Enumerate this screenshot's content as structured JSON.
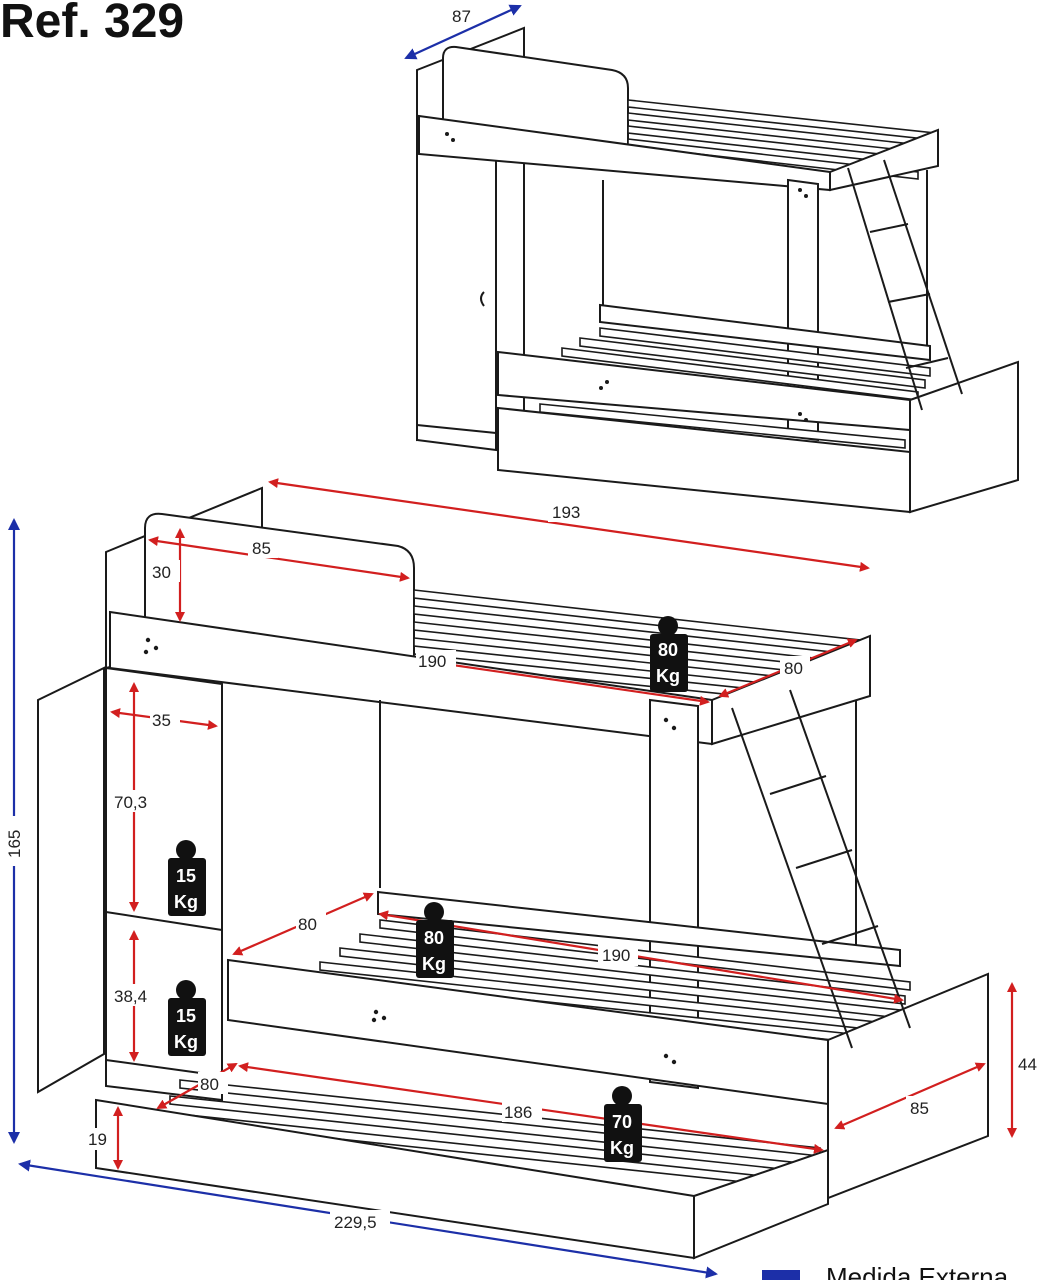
{
  "title": "Ref. 329",
  "legend": {
    "label": "Medida Externa",
    "color": "#1c2fa8"
  },
  "colors": {
    "internal_dimension": "#d21f1f",
    "external_dimension": "#1c2fa8",
    "line": "#1a1a1a"
  },
  "top_view": {
    "depth_label": "87"
  },
  "dimensions": {
    "overall_length": "193",
    "headboard_width": "85",
    "headboard_height": "30",
    "upper_bed_length": "190",
    "upper_bed_width": "80",
    "total_height": "165",
    "shelf_depth": "35",
    "upper_shelf_height": "70,3",
    "lower_shelf_height": "38,4",
    "lower_bed_width": "80",
    "lower_bed_length": "190",
    "trundle_width": "80",
    "trundle_length": "186",
    "trundle_height": "19",
    "base_depth": "85",
    "base_height": "44",
    "overall_width": "229,5"
  },
  "weights": {
    "upper_bed": [
      "80",
      "Kg"
    ],
    "lower_bed": [
      "80",
      "Kg"
    ],
    "trundle": [
      "70",
      "Kg"
    ],
    "upper_shelf": [
      "15",
      "Kg"
    ],
    "lower_shelf": [
      "15",
      "Kg"
    ]
  }
}
